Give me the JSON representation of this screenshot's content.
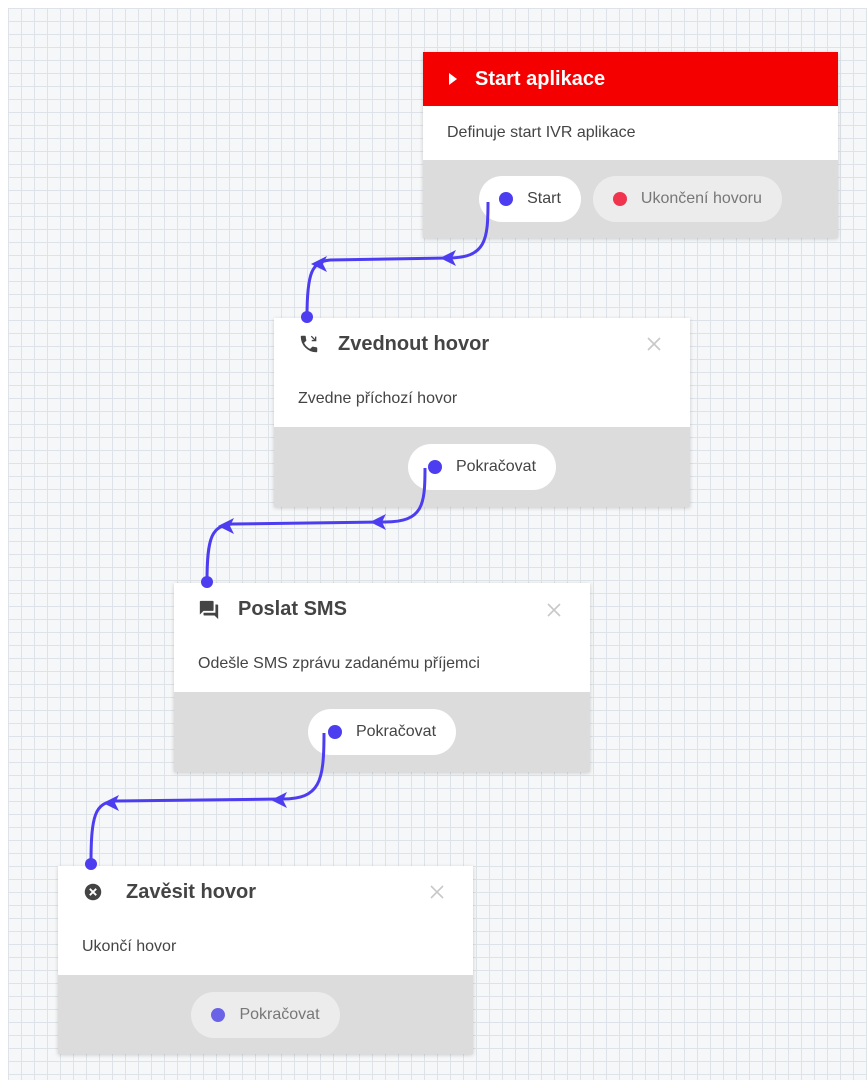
{
  "nodes": {
    "start": {
      "title": "Start aplikace",
      "description": "Definuje start IVR aplikace",
      "outputs": [
        "Start",
        "Ukončení hovoru"
      ],
      "header_color": "#f40000",
      "icon": "play-triangle-icon"
    },
    "answer": {
      "title": "Zvednout hovor",
      "description": "Zvedne příchozí hovor",
      "outputs": [
        "Pokračovat"
      ],
      "icon": "phone-callback-icon"
    },
    "sms": {
      "title": "Poslat SMS",
      "description": "Odešle SMS zprávu zadanému příjemci",
      "outputs": [
        "Pokračovat"
      ],
      "icon": "chat-icon"
    },
    "hangup": {
      "title": "Zavěsit hovor",
      "description": "Ukončí hovor",
      "outputs": [
        "Pokračovat"
      ],
      "icon": "cancel-circle-icon"
    }
  },
  "colors": {
    "connector": "#4d3df0",
    "end_call_dot": "#f0344e",
    "footer_bg": "#dcdcdc"
  }
}
